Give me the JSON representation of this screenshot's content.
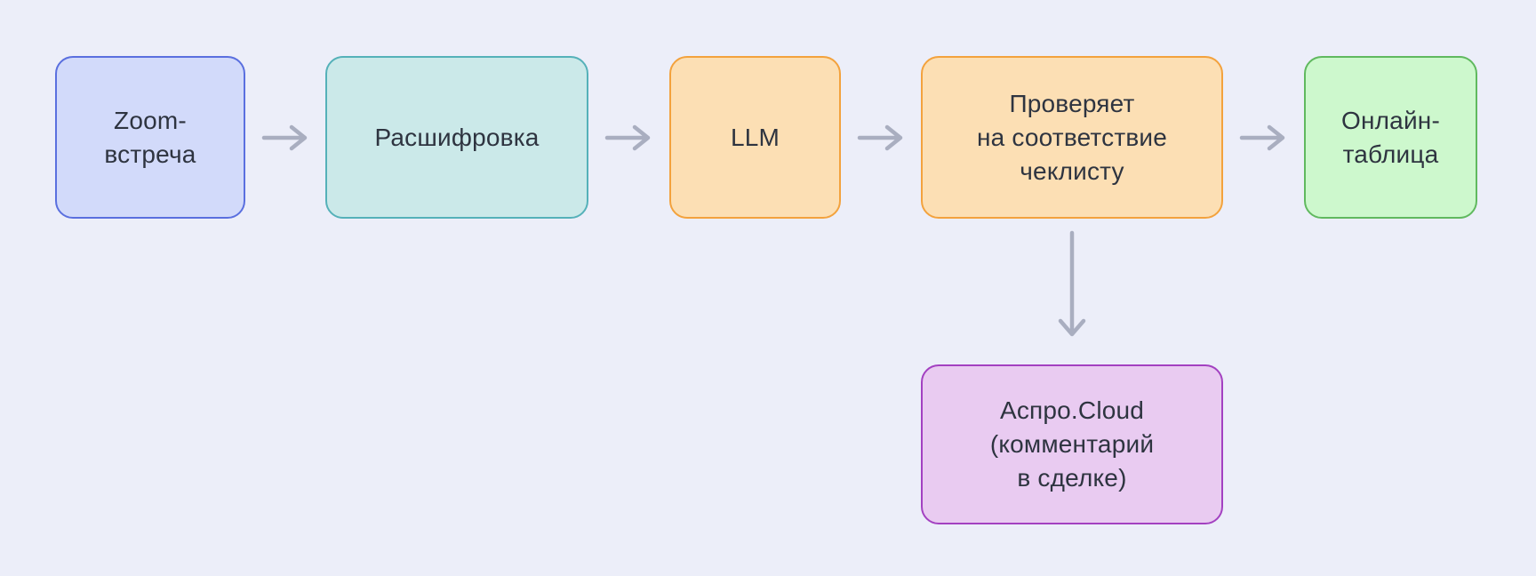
{
  "canvas": {
    "background": "#eceef9",
    "text_color": "#2e3440",
    "arrow_color": "#a9aec0"
  },
  "flowchart": {
    "type": "process-flow",
    "nodes": [
      {
        "id": "zoom-meeting",
        "label": "Zoom-\nвстреча",
        "fill": "#d2dafa",
        "border": "#5a6fdf"
      },
      {
        "id": "transcription",
        "label": "Расшифровка",
        "fill": "#cbe9e9",
        "border": "#55b1b9"
      },
      {
        "id": "llm",
        "label": "LLM",
        "fill": "#fcdfb4",
        "border": "#f3a23d"
      },
      {
        "id": "checklist-check",
        "label": "Проверяет\nна соответствие\nчеклисту",
        "fill": "#fcdfb4",
        "border": "#f3a23d"
      },
      {
        "id": "online-table",
        "label": "Онлайн-\nтаблица",
        "fill": "#cdf8cd",
        "border": "#60b95f"
      },
      {
        "id": "aspro-cloud",
        "label": "Аспро.Cloud\n(комментарий\nв сделке)",
        "fill": "#e9cbf1",
        "border": "#a341c1"
      }
    ],
    "connections": [
      {
        "from": "zoom-meeting",
        "to": "transcription",
        "direction": "right"
      },
      {
        "from": "transcription",
        "to": "llm",
        "direction": "right"
      },
      {
        "from": "llm",
        "to": "checklist-check",
        "direction": "right"
      },
      {
        "from": "checklist-check",
        "to": "online-table",
        "direction": "right"
      },
      {
        "from": "checklist-check",
        "to": "aspro-cloud",
        "direction": "down"
      }
    ]
  }
}
